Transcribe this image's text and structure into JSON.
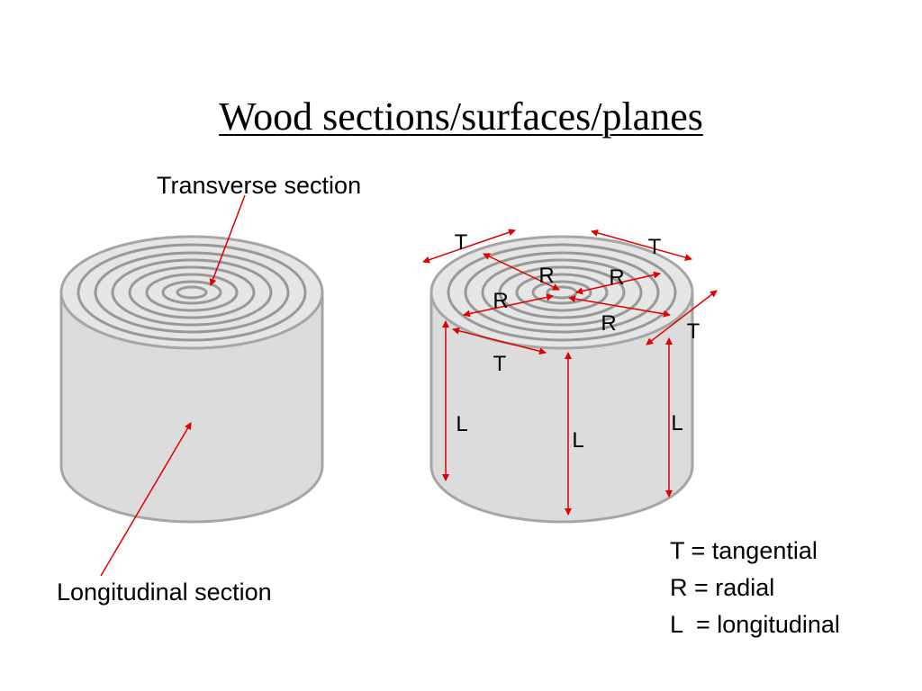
{
  "title": "Wood sections/surfaces/planes",
  "labels": {
    "transverse": "Transverse section",
    "longitudinal": "Longitudinal section"
  },
  "axis_letters": {
    "t": "T",
    "r": "R",
    "l": "L"
  },
  "legend": [
    "T = tangential",
    "R = radial",
    "L  = longitudinal"
  ],
  "colors": {
    "log_side": "#dcdcdc",
    "log_top": "#e6e6e6",
    "ring": "#999999",
    "arrow": "#e00000",
    "text": "#000000"
  }
}
